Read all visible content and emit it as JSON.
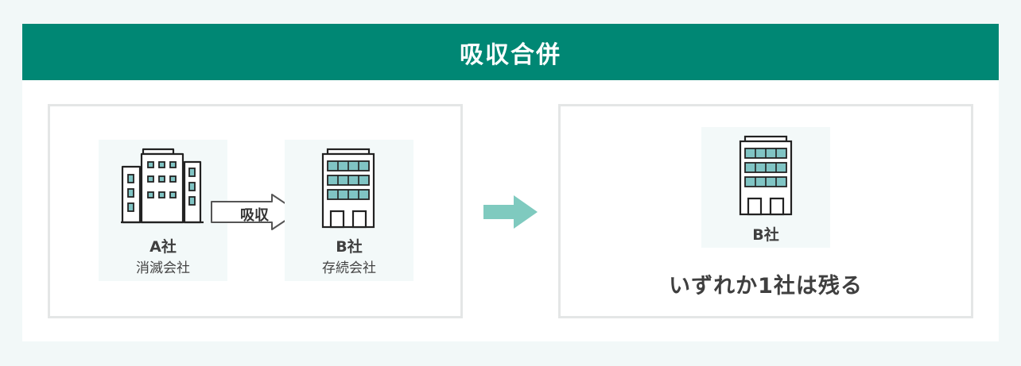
{
  "title": "吸収合併",
  "company_a": {
    "name": "A社",
    "role": "消滅会社"
  },
  "company_b": {
    "name": "B社",
    "role": "存続会社"
  },
  "absorb_label": "吸収",
  "result": {
    "name": "B社",
    "caption": "いずれか1社は残る"
  },
  "colors": {
    "header": "#008774",
    "window_fill": "#80c4c4",
    "arrow": "#7fcabf",
    "outline": "#222222"
  },
  "icons": {
    "company_a": "office-building-icon",
    "company_b": "building-icon",
    "absorb_arrow": "arrow-right-outline-icon",
    "result_arrow": "arrow-right-icon",
    "result_building": "building-icon"
  }
}
